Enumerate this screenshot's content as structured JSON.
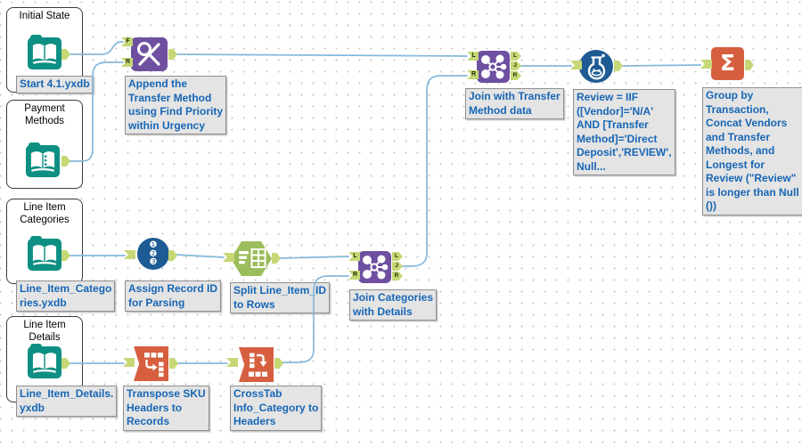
{
  "colors": {
    "wire": "#85b8dc",
    "input_teal": "#0d9083",
    "tool_purple": "#6e4fa0",
    "tool_blue": "#1e5b94",
    "tool_orange": "#d65f3f",
    "tool_green": "#9cbd5b",
    "anchor_green": "#c6d876",
    "annotation_text": "#1766b5",
    "annotation_bg": "#e4e4e4"
  },
  "containers": {
    "initial_state": {
      "title": "Initial State",
      "file": "Start 4.1.yxdb"
    },
    "payment_methods": {
      "title": "Payment\nMethods"
    },
    "line_item_categories": {
      "title": "Line Item\nCategories",
      "file": "Line_Item_Catego\nries.yxdb"
    },
    "line_item_details": {
      "title": "Line Item\nDetails",
      "file": "Line_Item_Details.\nyxdb"
    }
  },
  "tools": {
    "find_replace": {
      "name": "Find Replace",
      "caption": "Append the\nTransfer Method\nusing Find Priority\nwithin Urgency",
      "anchor_f": "F",
      "anchor_r": "R"
    },
    "record_id": {
      "name": "Record ID",
      "caption": "Assign Record ID\nfor Parsing",
      "glyph": "❶\n❷\n❸"
    },
    "text_to_columns": {
      "name": "Text To Columns",
      "caption": "Split Line_Item_ID\nto Rows"
    },
    "transpose": {
      "name": "Transpose",
      "caption": "Transpose SKU\nHeaders to\nRecords"
    },
    "crosstab": {
      "name": "Cross Tab",
      "caption": "CrossTab\nInfo_Category to\nHeaders"
    },
    "join_categories": {
      "name": "Join",
      "caption": "Join Categories\nwith Details",
      "in_l": "L",
      "in_r": "R",
      "out_l": "L",
      "out_j": "J",
      "out_r": "R"
    },
    "join_transfer": {
      "name": "Join",
      "caption": "Join with Transfer\nMethod data",
      "in_l": "L",
      "in_r": "R",
      "out_l": "L",
      "out_j": "J",
      "out_r": "R"
    },
    "formula": {
      "name": "Formula",
      "caption": "Review = IIF\n([Vendor]='N/A'\nAND [Transfer\nMethod]='Direct\nDeposit','REVIEW',\nNull..."
    },
    "summarize": {
      "name": "Summarize",
      "caption": "Group by\nTransaction,\nConcat Vendors\nand Transfer\nMethods, and\nLongest for\nReview (\"Review\"\nis longer than Null\n())",
      "glyph": "Σ"
    }
  },
  "connections": [
    {
      "from": "Initial State input",
      "to": "Find Replace F"
    },
    {
      "from": "Payment Methods input",
      "to": "Find Replace R"
    },
    {
      "from": "Find Replace output",
      "to": "Join with Transfer Method L"
    },
    {
      "from": "Line_Item_Categories input",
      "to": "Record ID"
    },
    {
      "from": "Record ID",
      "to": "Text To Columns"
    },
    {
      "from": "Text To Columns",
      "to": "Join Categories L"
    },
    {
      "from": "Line_Item_Details input",
      "to": "Transpose"
    },
    {
      "from": "Transpose",
      "to": "Cross Tab"
    },
    {
      "from": "Cross Tab",
      "to": "Join Categories R"
    },
    {
      "from": "Join Categories J",
      "to": "Join with Transfer Method R"
    },
    {
      "from": "Join with Transfer Method J",
      "to": "Formula"
    },
    {
      "from": "Formula",
      "to": "Summarize"
    }
  ]
}
